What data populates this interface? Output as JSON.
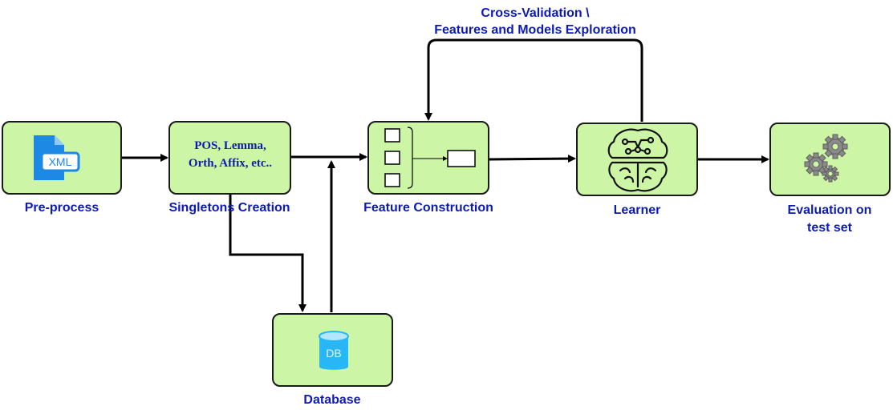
{
  "nodes": {
    "preprocess": {
      "label": "Pre-process",
      "icon": "xml-file-icon",
      "icon_text": "XML"
    },
    "singletons": {
      "label": "Singletons Creation",
      "content_line1": "POS, Lemma,",
      "content_line2": "Orth, Affix, etc.."
    },
    "feature": {
      "label": "Feature Construction",
      "icon": "feature-construction-icon"
    },
    "learner": {
      "label": "Learner",
      "icon": "brain-circuit-icon"
    },
    "evaluation": {
      "label_line1": "Evaluation on",
      "label_line2": "test set",
      "icon": "gears-icon"
    },
    "database": {
      "label": "Database",
      "icon": "database-icon",
      "icon_text": "DB"
    }
  },
  "loop": {
    "label_line1": "Cross-Validation \\",
    "label_line2": "Features and Models Exploration"
  },
  "colors": {
    "node_fill": "#ccf5a6",
    "label": "#0d1bb3",
    "icon_blue": "#1e88e5",
    "db_blue": "#29b6f6"
  }
}
